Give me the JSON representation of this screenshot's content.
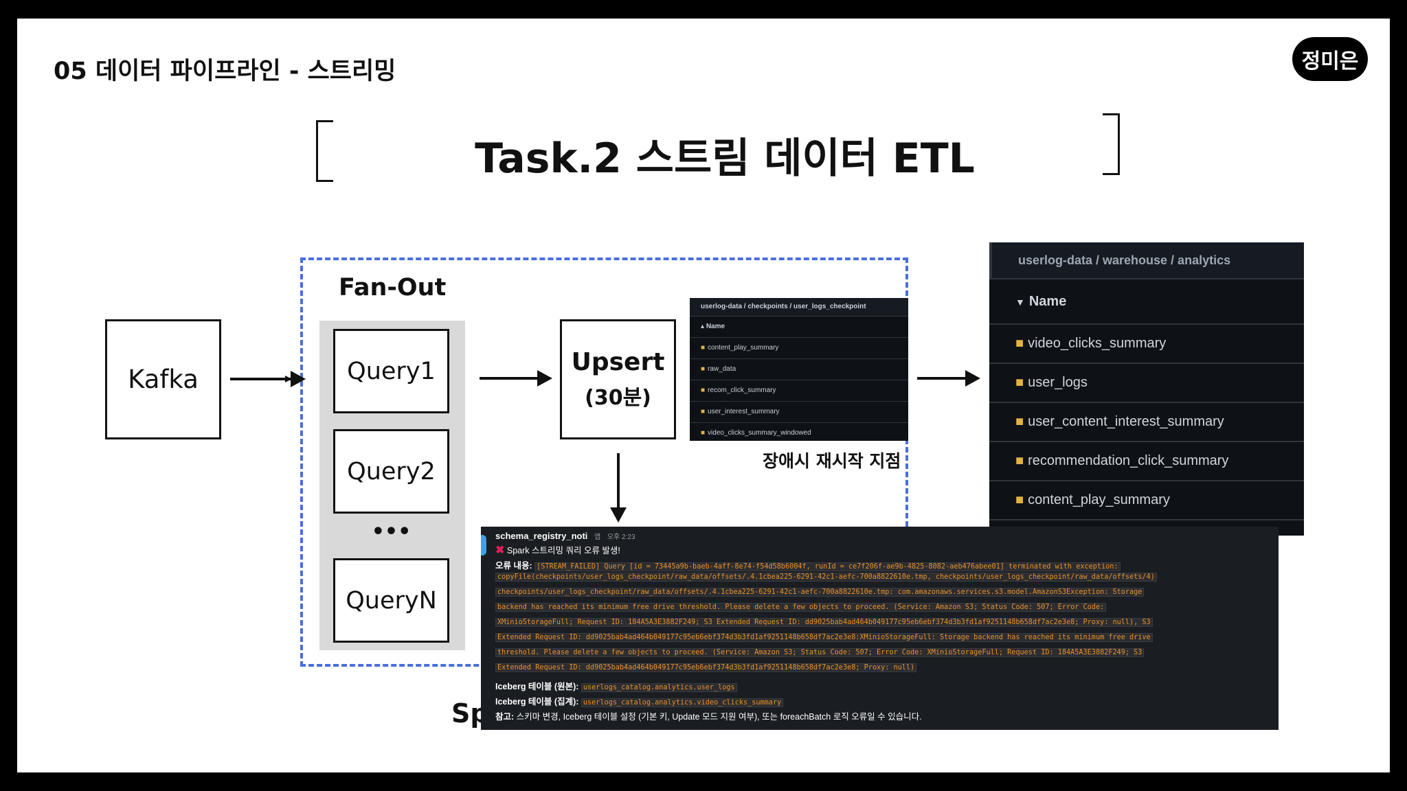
{
  "header": {
    "section_title": "05 데이터 파이프라인 - 스트리밍",
    "author": "정미은",
    "main_title": "Task.2 스트림 데이터 ETL"
  },
  "diagram": {
    "kafka": "Kafka",
    "fanout_label": "Fan-Out",
    "queries": [
      "Query1",
      "Query2",
      "QueryN"
    ],
    "dots": "•••",
    "upsert_label": "Upsert",
    "upsert_sub": "(30분)",
    "checkpoint_caption": "장애시 재시작 지점",
    "partial_label": "Sp"
  },
  "checkpoint_panel": {
    "breadcrumb": "userlog-data / checkpoints / user_logs_checkpoint",
    "name_header": "Name",
    "items": [
      "content_play_summary",
      "raw_data",
      "recom_click_summary",
      "user_interest_summary",
      "video_clicks_summary_windowed"
    ]
  },
  "warehouse_panel": {
    "breadcrumb": "userlog-data / warehouse / analytics",
    "name_header": "Name",
    "items": [
      "video_clicks_summary",
      "user_logs",
      "user_content_interest_summary",
      "recommendation_click_summary",
      "content_play_summary"
    ]
  },
  "slack": {
    "sender": "schema_registry_noti",
    "app_tag": "앱",
    "time": "오후 2:23",
    "alert_title": "Spark 스트리밍 쿼리 오류 발생!",
    "error_label": "오류 내용:",
    "error_lines": [
      "[STREAM_FAILED] Query [id = 73445a9b-baeb-4aff-8e74-f54d58b6004f, runId = ce7f206f-ae9b-4825-8082-aeb476abee01] terminated with exception:",
      "copyFile(checkpoints/user_logs_checkpoint/raw_data/offsets/.4.1cbea225-6291-42c1-aefc-700a8822610e.tmp, checkpoints/user_logs_checkpoint/raw_data/offsets/4)",
      "checkpoints/user_logs_checkpoint/raw_data/offsets/.4.1cbea225-6291-42c1-aefc-700a8822610e.tmp: com.amazonaws.services.s3.model.AmazonS3Exception: Storage",
      "backend has reached its minimum free drive threshold. Please delete a few objects to proceed. (Service: Amazon S3; Status Code: 507; Error Code:",
      "XMinioStorageFull; Request ID: 184A5A3E3882F249; S3 Extended Request ID: dd9025bab4ad464b049177c95eb6ebf374d3b3fd1af9251148b658df7ac2e3e8; Proxy: null), S3",
      "Extended Request ID: dd9025bab4ad464b049177c95eb6ebf374d3b3fd1af9251148b658df7ac2e3e8:XMinioStorageFull: Storage backend has reached its minimum free drive",
      "threshold. Please delete a few objects to proceed. (Service: Amazon S3; Status Code: 507; Error Code: XMinioStorageFull; Request ID: 184A5A3E3882F249; S3",
      "Extended Request ID: dd9025bab4ad464b049177c95eb6ebf374d3b3fd1af9251148b658df7ac2e3e8; Proxy: null)"
    ],
    "table_raw_label": "Iceberg 테이블 (원본):",
    "table_raw_value": "userlogs_catalog.analytics.user_logs",
    "table_agg_label": "Iceberg 테이블 (집계):",
    "table_agg_value": "userlogs_catalog.analytics.video_clicks_summary",
    "note_label": "참고:",
    "note_text": "스키마 변경, Iceberg 테이블 설정 (기본 키, Update 모드 지원 여부), 또는 foreachBatch 로직 오류일 수 있습니다."
  }
}
